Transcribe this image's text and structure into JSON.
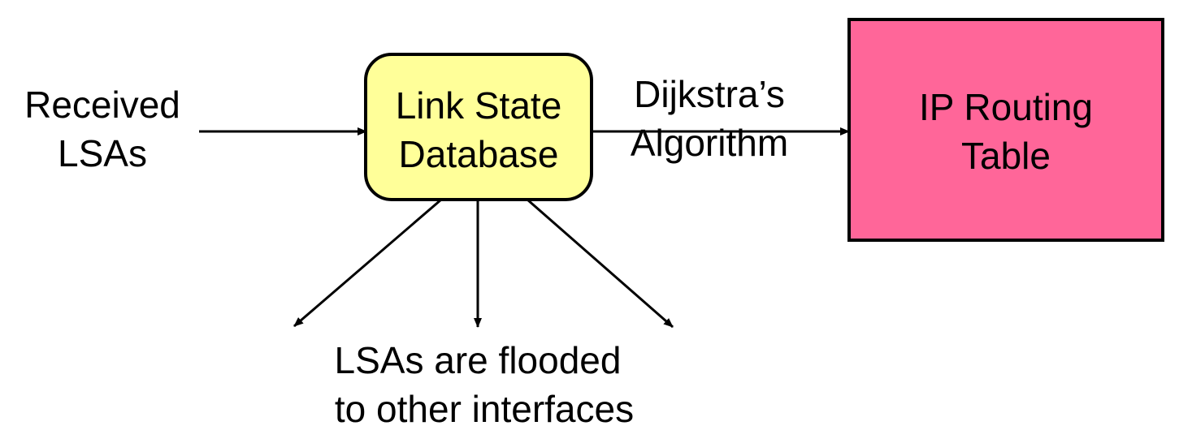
{
  "input": {
    "line1": "Received",
    "line2": "LSAs"
  },
  "database": {
    "line1": "Link State",
    "line2": "Database",
    "fill_color": "#FFFF99",
    "stroke_color": "#000000"
  },
  "algorithm": {
    "line1": "Dijkstra’s",
    "line2": "Algorithm"
  },
  "routing_table": {
    "line1": "IP Routing",
    "line2": "Table",
    "fill_color": "#FF6699",
    "stroke_color": "#000000"
  },
  "flood": {
    "line1": "LSAs are flooded",
    "line2": "to other interfaces"
  },
  "edges": [
    {
      "from": "input",
      "to": "database"
    },
    {
      "from": "database",
      "to": "routing_table",
      "label": "algorithm"
    },
    {
      "from": "database",
      "to": "flood"
    },
    {
      "from": "database",
      "to": "flood"
    },
    {
      "from": "database",
      "to": "flood"
    }
  ]
}
